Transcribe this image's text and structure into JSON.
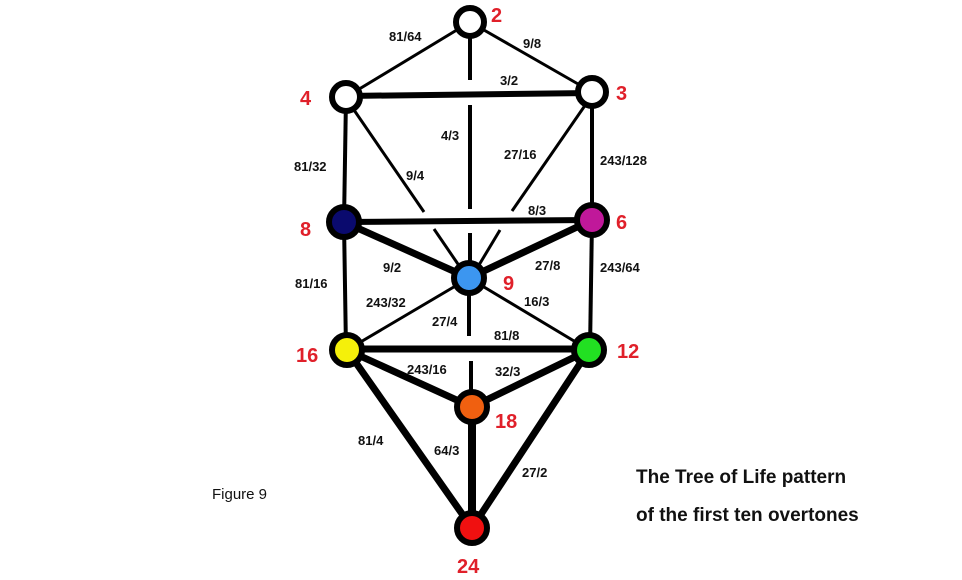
{
  "figure_label": "Figure 9",
  "caption": {
    "line1": "The Tree of Life pattern",
    "line2": "of the first ten overtones"
  },
  "nodes": [
    {
      "id": "2",
      "label": "2",
      "color": "#ffffff"
    },
    {
      "id": "3",
      "label": "3",
      "color": "#ffffff"
    },
    {
      "id": "4",
      "label": "4",
      "color": "#ffffff"
    },
    {
      "id": "6",
      "label": "6",
      "color": "#c0189a"
    },
    {
      "id": "8",
      "label": "8",
      "color": "#0a0a6e"
    },
    {
      "id": "9",
      "label": "9",
      "color": "#3c96f0"
    },
    {
      "id": "12",
      "label": "12",
      "color": "#22e022"
    },
    {
      "id": "16",
      "label": "16",
      "color": "#f5f00a"
    },
    {
      "id": "18",
      "label": "18",
      "color": "#f06010"
    },
    {
      "id": "24",
      "label": "24",
      "color": "#f01010"
    }
  ],
  "edges": [
    {
      "from": "4",
      "to": "2",
      "ratio": "81/64"
    },
    {
      "from": "2",
      "to": "3",
      "ratio": "9/8"
    },
    {
      "from": "4",
      "to": "3",
      "ratio": "3/2"
    },
    {
      "from": "2",
      "to": "9",
      "ratio": "4/3"
    },
    {
      "from": "3",
      "to": "9",
      "ratio": "27/16"
    },
    {
      "from": "4",
      "to": "9",
      "ratio": "9/4"
    },
    {
      "from": "4",
      "to": "8",
      "ratio": "81/32"
    },
    {
      "from": "3",
      "to": "6",
      "ratio": "243/128"
    },
    {
      "from": "8",
      "to": "6",
      "ratio": "8/3"
    },
    {
      "from": "8",
      "to": "9",
      "ratio": "9/2"
    },
    {
      "from": "9",
      "to": "6",
      "ratio": "27/8"
    },
    {
      "from": "8",
      "to": "16",
      "ratio": "81/16"
    },
    {
      "from": "6",
      "to": "12",
      "ratio": "243/64"
    },
    {
      "from": "16",
      "to": "9",
      "ratio": "243/32"
    },
    {
      "from": "9",
      "to": "12",
      "ratio": "16/3"
    },
    {
      "from": "9",
      "to": "18",
      "ratio": "27/4"
    },
    {
      "from": "16",
      "to": "12",
      "ratio": "81/8"
    },
    {
      "from": "16",
      "to": "18",
      "ratio": "243/16"
    },
    {
      "from": "18",
      "to": "12",
      "ratio": "32/3"
    },
    {
      "from": "16",
      "to": "24",
      "ratio": "81/4"
    },
    {
      "from": "18",
      "to": "24",
      "ratio": "64/3"
    },
    {
      "from": "12",
      "to": "24",
      "ratio": "27/2"
    }
  ]
}
